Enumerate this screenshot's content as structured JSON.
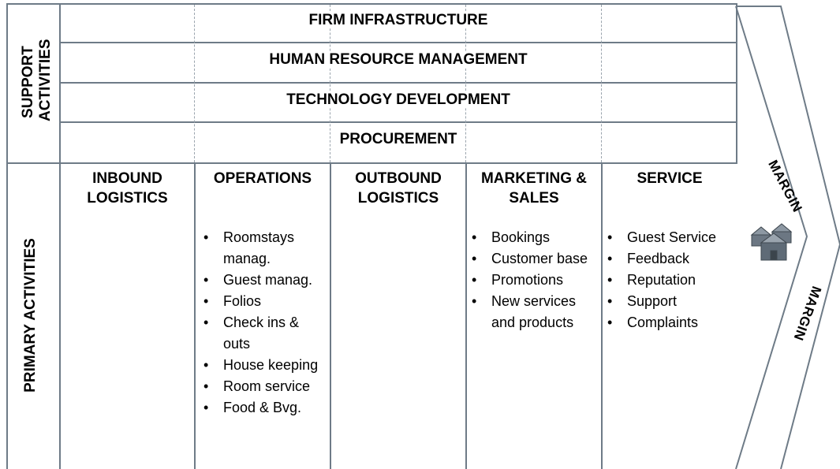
{
  "support": {
    "label": "SUPPORT ACTIVITIES",
    "label_line1": "SUPPORT",
    "label_line2": "ACTIVITIES",
    "rows": [
      "FIRM INFRASTRUCTURE",
      "HUMAN RESOURCE MANAGEMENT",
      "TECHNOLOGY DEVELOPMENT",
      "PROCUREMENT"
    ]
  },
  "primary": {
    "label": "PRIMARY ACTIVITIES",
    "columns": [
      {
        "title_line1": "INBOUND",
        "title_line2": "LOGISTICS",
        "items": []
      },
      {
        "title_line1": "OPERATIONS",
        "title_line2": "",
        "items": [
          "Roomstays manag.",
          "Guest manag.",
          "Folios",
          "Check ins & outs",
          "House keeping",
          "Room service",
          "Food & Bvg."
        ]
      },
      {
        "title_line1": "OUTBOUND",
        "title_line2": "LOGISTICS",
        "items": []
      },
      {
        "title_line1": "MARKETING &",
        "title_line2": "SALES",
        "items": [
          "Bookings",
          "Customer base",
          "Promotions",
          "New services and products"
        ]
      },
      {
        "title_line1": "SERVICE",
        "title_line2": "",
        "items": [
          "Guest Service",
          "Feedback",
          "Reputation",
          "Support",
          "Complaints"
        ]
      }
    ]
  },
  "margin": {
    "top_label": "MARGIN",
    "bottom_label": "MARGIN"
  },
  "icon": "houses-icon",
  "colors": {
    "lines": "#6e7b87",
    "dashed": "#9aa4ad",
    "icon": "#5f6b77"
  }
}
